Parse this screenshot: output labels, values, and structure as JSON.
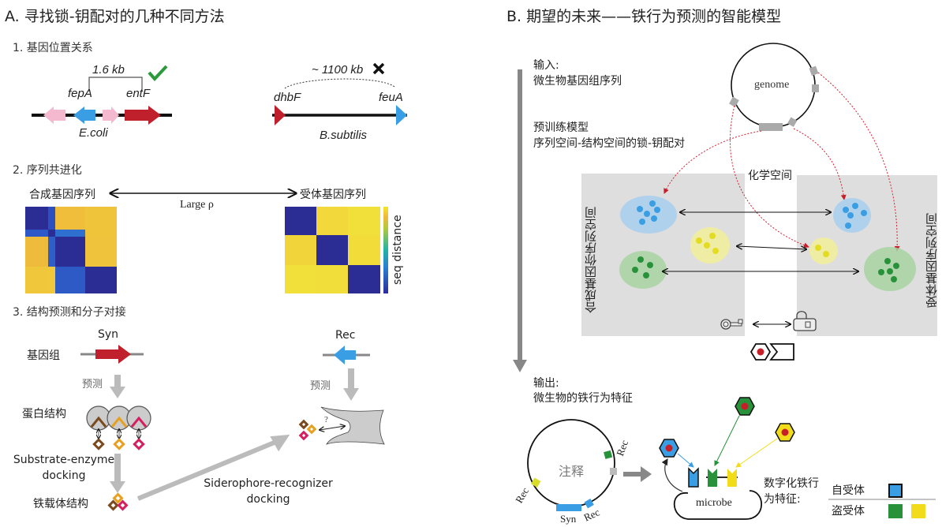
{
  "panel_a": {
    "title": "A.   寻找锁-钥配对的几种不同方法",
    "section1": {
      "title": "1.  基因位置关系",
      "ecoli": {
        "distance": "1.6 kb",
        "gene_left": "fepA",
        "gene_right": "entF",
        "organism": "E.coli",
        "status": "check"
      },
      "bsub": {
        "distance": "~ 1100 kb",
        "gene_left": "dhbF",
        "gene_right": "feuA",
        "organism": "B.subtilis",
        "status": "cross"
      }
    },
    "section2": {
      "title": "2.  序列共进化",
      "left_label": "合成基因序列",
      "right_label": "受体基因序列",
      "arrow_label": "Large ρ",
      "colorbar_label": "seq distance"
    },
    "section3": {
      "title": "3.  结构预测和分子对接",
      "syn_label": "Syn",
      "rec_label": "Rec",
      "genome_label": "基因组",
      "predict_label": "预测",
      "predict_label_right": "预测",
      "protein_label": "蛋白结构",
      "se_docking": "Substrate-enzyme\ndocking",
      "siderophore_label": "铁载体结构",
      "sr_docking": "Siderophore-recognizer\ndocking",
      "question": "?"
    }
  },
  "panel_b": {
    "title": "B.  期望的未来——铁行为预测的智能模型",
    "input_label": "输入:",
    "input_text": "微生物基因组序列",
    "model_label": "预训练模型",
    "model_text": "序列空间-结构空间的锁-钥配对",
    "genome_label": "genome",
    "chem_space": "化学空间",
    "syn_space": "合成基因你序列空间",
    "rec_space": "受体基因序列空间",
    "output_label": "输出:",
    "output_text": "微生物的铁行为特征",
    "annot_label": "注释",
    "rec_tags": [
      "Rec",
      "Rec",
      "Rec"
    ],
    "syn_tag": "Syn",
    "microbe_label": "microbe",
    "digital_label_1": "数字化铁行",
    "digital_label_2": "为特征:",
    "legend": {
      "self_receptor": "自受体",
      "steal_receptor": "盗受体"
    },
    "colors": {
      "blue": "#3a9ee4",
      "green": "#27923a",
      "yellow": "#f2dc1a",
      "red": "#c81e2a",
      "pink": "#f4b8cf"
    }
  }
}
